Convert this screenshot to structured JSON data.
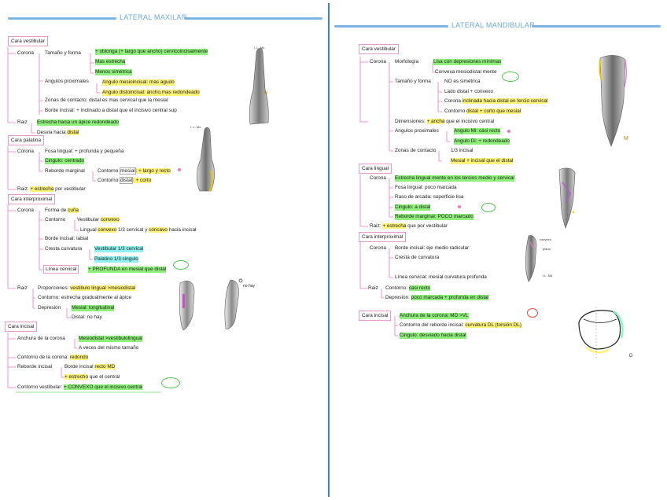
{
  "left": {
    "title": "LATERAL MAXILAR",
    "vestibular": {
      "header": "Cara vestibular",
      "corona": "Corona",
      "tam_forma": "Tamaño y forma",
      "t1": "+ oblonga (+ largo que ancho) cervicoincisalmente",
      "t2": "Mas estrecha",
      "t3": "Menos simétrica",
      "angulos": "Angulos proximales",
      "a1": "Angulo mesioincisal: mas agudo",
      "a2": "Angulo distoincisal: ancho,mas redondeado",
      "zonas": "Zonas de contacto: distal es mas cervical que la mesial",
      "borde": "Borde incisal: + inclinado a distal que el incisivo central sup",
      "raiz": "Raiz",
      "r1": "Estrecha hacia un ápice redondeado",
      "r2a": "Desvia hacia ",
      "r2b": "distal",
      "img_label": "I. L. Mx.",
      "img_m": "M"
    },
    "palatina": {
      "header": "Cara palatina",
      "corona": "Corona",
      "fosa": "Fosa lingual: + profunda y pequeña",
      "cingulo": "Cingulo: centrado",
      "reborde": "Reborde marginal",
      "c1a": "Contorno ",
      "c1b": "mesial",
      "c1c": ": + largo y recto",
      "c2a": "Contorno ",
      "c2b": "distal",
      "c2c": ": + corto",
      "raiz_a": "Raiz: ",
      "raiz_b": "+ estrecha",
      "raiz_c": " por vestibular",
      "img_label": "I. L. Mx."
    },
    "interproximal": {
      "header": "Cara interproximal",
      "corona": "Corona",
      "forma_a": "Forma de ",
      "forma_b": "cuña",
      "contorno": "Contorno",
      "v_a": "Vestibular ",
      "v_b": "convexo",
      "l_a": "Lingual ",
      "l_b": "convexo",
      "l_c": " 1/3 cervical y ",
      "l_d": "cóncavo",
      "l_e": " hacia incisal",
      "borde": "Borde incisal: labial",
      "cresta": "Cresta curvatura",
      "cr1": "Vestibular 1/3 cervical",
      "cr2": "Palatino 1/3 cingulo",
      "linea": "Línea cervical",
      "linea_v": "+ PROFUNDA en mesial que distal",
      "raiz": "Raiz",
      "prop_a": "Proporciones: ",
      "prop_b": "vestibulo lingual >mesiodistal",
      "contorno_r": "Contorno: estrecha gradualmente al ápice",
      "depresion": "Depresión",
      "d1": "Mesial: longitudinal",
      "d2": "Distal: no hay",
      "img_note": "no hay"
    },
    "incisal": {
      "header": "Cara incisal",
      "anchura": "Anchura de la corona",
      "an1": "Mesiodistal >vestibulolingual",
      "an2": "A veces del mismo tamaño",
      "contorno_a": "Contorno de la corona: ",
      "contorno_b": "redondo",
      "reborde": "Reborde incisal",
      "rb1a": "Borde incisal ",
      "rb1b": "recto MD",
      "rb2a": "+ estrecho",
      "rb2b": " que el central",
      "cv_a": "Contorno vestibular: ",
      "cv_b": "+ CONVEXO que el incisivo central"
    }
  },
  "right": {
    "title": "LATERAL MANDIBULAR",
    "vestibular": {
      "header": "Cara vestibular",
      "corona": "Corona",
      "morfologia": "Morfología",
      "m1": "Lisa con depresiones mínimas",
      "m2": "Convexa mesiodistal mente",
      "tam_forma": "Tamaño y forma",
      "tf1": "NO es simétrica",
      "tf2": "Lado distal + convexo",
      "tf3a": "Corona ",
      "tf3b": "inclinada hacia distal en tercio cervical",
      "tf4a": "Contorno ",
      "tf4b": "distal + corto que mesial",
      "dim_a": "Dimensiones: ",
      "dim_b": "+ ancha",
      "dim_c": " que el incisivo central",
      "angulos": "Angulos proximales",
      "ap1": "Angulo Mi: casi recto",
      "ap2": "Angulo Di: + redondeado",
      "zonas": "Zonas de contacto",
      "z1": "1/3 incisal",
      "z2": "Mesial + incisal que el distal",
      "img_m": "M"
    },
    "lingual": {
      "header": "Cara lingual",
      "corona": "Corona",
      "l1": "Estrecha lingual mente en los tercios medio y cervical",
      "l2": "Fosa lingual: poco marcada",
      "l3": "Raso de arcada: superficie lisa",
      "l4": "Cingulo: a distal",
      "l5": "Reborde marginal: POCO marcado",
      "raiz_a": "Raiz: ",
      "raiz_b": "+ estrecha",
      "raiz_c": " que por vestibular"
    },
    "interproximal": {
      "header": "Cara interproximal",
      "corona": "Corona",
      "i1": "Borde incisal: eje medio radicular",
      "i2": "Cresta de curvatura",
      "i3": "Línea cervical: mesial curvatura profunda",
      "raiz": "Raiz",
      "c_a": "Contorno: ",
      "c_b": "casi recto",
      "d_a": "Depresión: ",
      "d_b": "poco marcada + profunda en distal",
      "img_a": "convexo",
      "img_b": "plano",
      "img_c": "I.L. Md"
    },
    "incisal": {
      "header": "Cara incisal",
      "a": "Anchura de la corona: MD >VL",
      "b_a": "Contorno del reborde incisal: ",
      "b_b": "curvatura DL (torsión DL)",
      "c": "Cingulo: desviado hacia distal",
      "img_d": "D"
    }
  }
}
